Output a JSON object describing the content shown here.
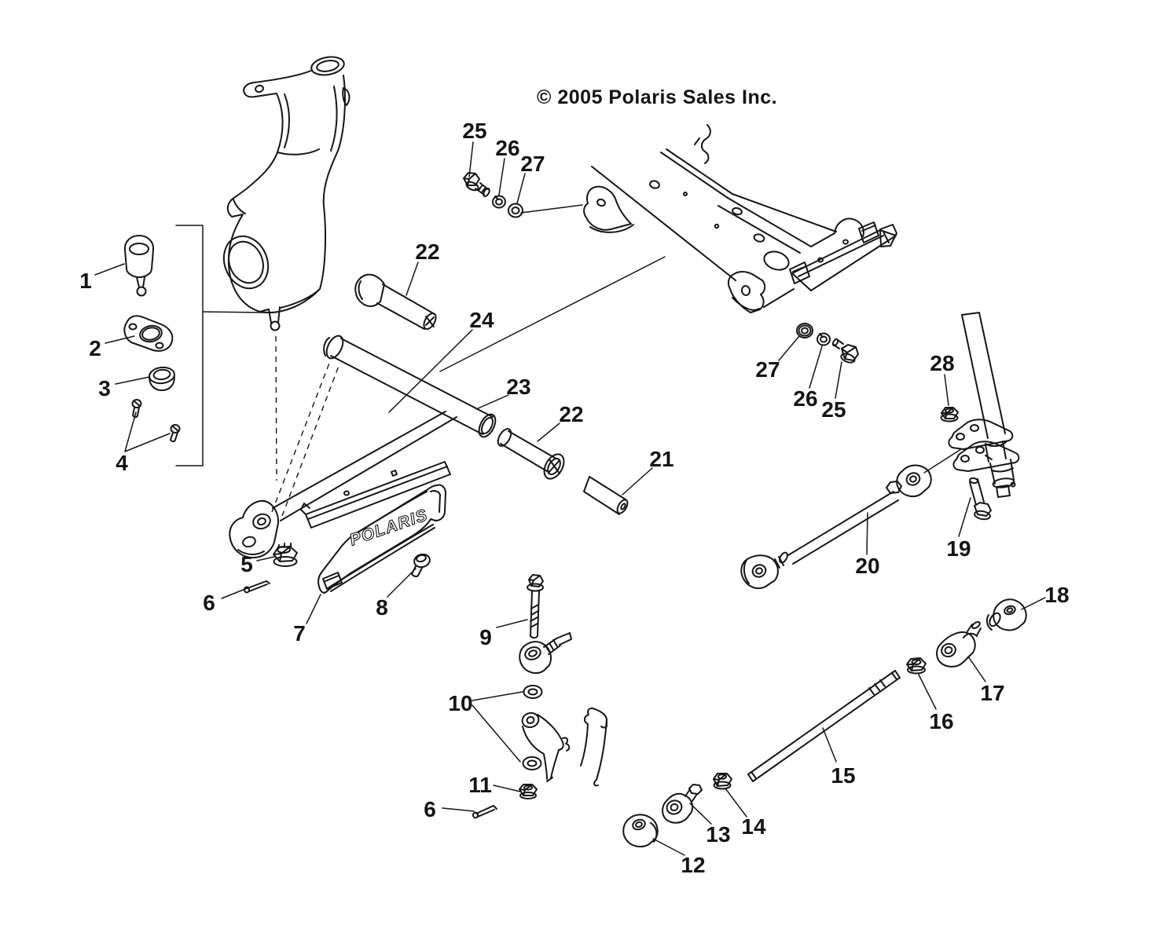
{
  "page": {
    "copyright": "© 2005 Polaris Sales Inc.",
    "background_color": "#ffffff",
    "line_color": "#161616"
  },
  "diagram": {
    "type": "exploded-parts-diagram",
    "guard_logo": "POLARIS",
    "callouts": [
      {
        "label": "1"
      },
      {
        "label": "2"
      },
      {
        "label": "3"
      },
      {
        "label": "4"
      },
      {
        "label": "5"
      },
      {
        "label": "6"
      },
      {
        "label": "7"
      },
      {
        "label": "8"
      },
      {
        "label": "9"
      },
      {
        "label": "10"
      },
      {
        "label": "11"
      },
      {
        "label": "6"
      },
      {
        "label": "12"
      },
      {
        "label": "13"
      },
      {
        "label": "14"
      },
      {
        "label": "15"
      },
      {
        "label": "16"
      },
      {
        "label": "17"
      },
      {
        "label": "18"
      },
      {
        "label": "19"
      },
      {
        "label": "20"
      },
      {
        "label": "21"
      },
      {
        "label": "22"
      },
      {
        "label": "23"
      },
      {
        "label": "24"
      },
      {
        "label": "22"
      },
      {
        "label": "25"
      },
      {
        "label": "26"
      },
      {
        "label": "27"
      },
      {
        "label": "25"
      },
      {
        "label": "26"
      },
      {
        "label": "27"
      },
      {
        "label": "28"
      }
    ]
  }
}
